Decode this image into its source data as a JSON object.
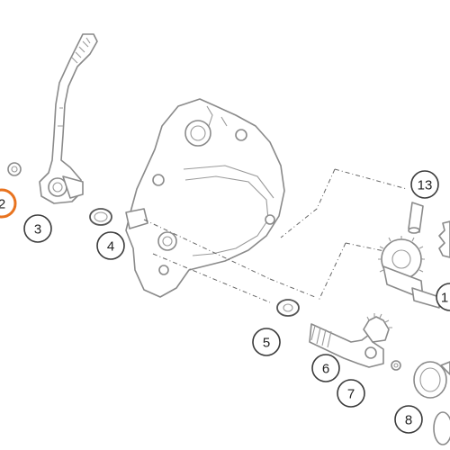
{
  "callouts": [
    {
      "id": "c2",
      "label": "2",
      "highlight": true
    },
    {
      "id": "c3",
      "label": "3",
      "highlight": false
    },
    {
      "id": "c4",
      "label": "4",
      "highlight": false
    },
    {
      "id": "c5",
      "label": "5",
      "highlight": false
    },
    {
      "id": "c6",
      "label": "6",
      "highlight": false
    },
    {
      "id": "c7",
      "label": "7",
      "highlight": false
    },
    {
      "id": "c8",
      "label": "8",
      "highlight": false
    },
    {
      "id": "c13",
      "label": "13",
      "highlight": false
    },
    {
      "id": "c1x",
      "label": "1",
      "highlight": false
    }
  ],
  "colors": {
    "highlight": "#e8731f",
    "line": "#8a8a8a",
    "callout_border": "#3a3a3a"
  }
}
